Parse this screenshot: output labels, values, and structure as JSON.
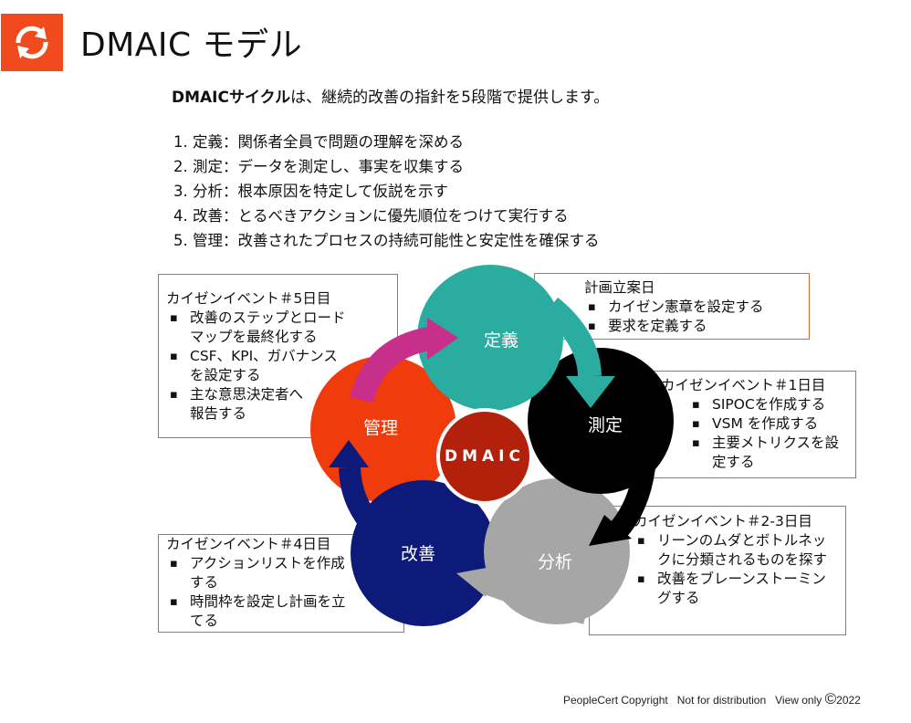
{
  "header": {
    "title": "DMAIC モデル",
    "logo_icon": "refresh-cycle-icon",
    "logo_color": "#f04a1d"
  },
  "intro": {
    "bold": "DMAICサイクル",
    "rest": "は、継続的改善の指針を5段階で提供します。"
  },
  "steps": [
    "1. 定義：関係者全員で問題の理解を深める",
    "2. 測定：データを測定し、事実を収集する",
    "3. 分析：根本原因を特定して仮説を示す",
    "4. 改善：とるべきアクションに優先順位をつけて実行する",
    "5. 管理：改善されたプロセスの持続可能性と安定性を確保する"
  ],
  "cycle": {
    "center": "DMAIC",
    "phases": [
      {
        "label": "定義",
        "color": "#2aada0"
      },
      {
        "label": "測定",
        "color": "#000000"
      },
      {
        "label": "分析",
        "color": "#a6a6a6"
      },
      {
        "label": "改善",
        "color": "#0d1a7a"
      },
      {
        "label": "管理",
        "color": "#f03c0c"
      }
    ],
    "center_color": "#b3200c",
    "arrow_colors": {
      "define_to_measure": "#2aada0",
      "control_to_define": "#c72f8a",
      "measure_to_analyze": "#000000",
      "analyze_to_improve": "#a6a6a6",
      "improve_to_control": "#0d1a7a"
    }
  },
  "boxes": {
    "define": {
      "heading": "計画立案日",
      "items": [
        "カイゼン憲章を設定する",
        "要求を定義する"
      ]
    },
    "measure": {
      "heading": "カイゼンイベント＃1日目",
      "items": [
        "SIPOCを作成する",
        "VSM を作成する",
        "主要メトリクスを設定する"
      ]
    },
    "analyze": {
      "heading": "カイゼンイベント＃2-3日目",
      "items": [
        "リーンのムダとボトルネックに分類されるものを探す",
        "改善をブレーンストーミングする"
      ]
    },
    "improve": {
      "heading": "カイゼンイベント＃4日目",
      "items": [
        "アクションリストを作成する",
        "時間枠を設定し計画を立てる"
      ]
    },
    "control": {
      "heading": "カイゼンイベント＃5日目",
      "items": [
        "改善のステップとロードマップを最終化する",
        "CSF、KPI、ガバナンスを設定する",
        "主な意思決定者へ報告する"
      ]
    }
  },
  "footer": {
    "copyright": "PeopleCert Copyright",
    "notice": "Not for distribution",
    "view": "View only",
    "symbol": "©",
    "year": "2022"
  }
}
